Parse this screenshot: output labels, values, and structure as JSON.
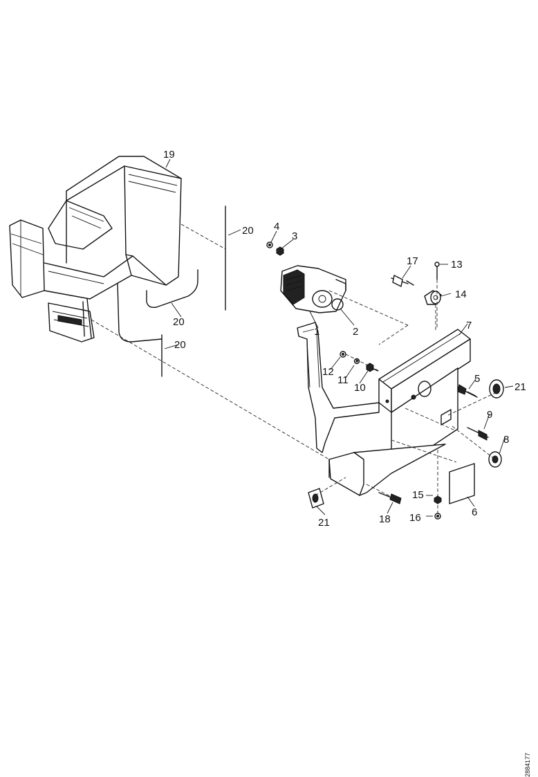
{
  "diagram": {
    "type": "exploded-parts-view",
    "callouts": [
      "19",
      "20",
      "20",
      "20",
      "4",
      "3",
      "1",
      "2",
      "17",
      "13",
      "14",
      "7",
      "12",
      "11",
      "10",
      "5",
      "21",
      "9",
      "8",
      "15",
      "16",
      "6",
      "18",
      "21"
    ],
    "reference_code": "2884177"
  }
}
